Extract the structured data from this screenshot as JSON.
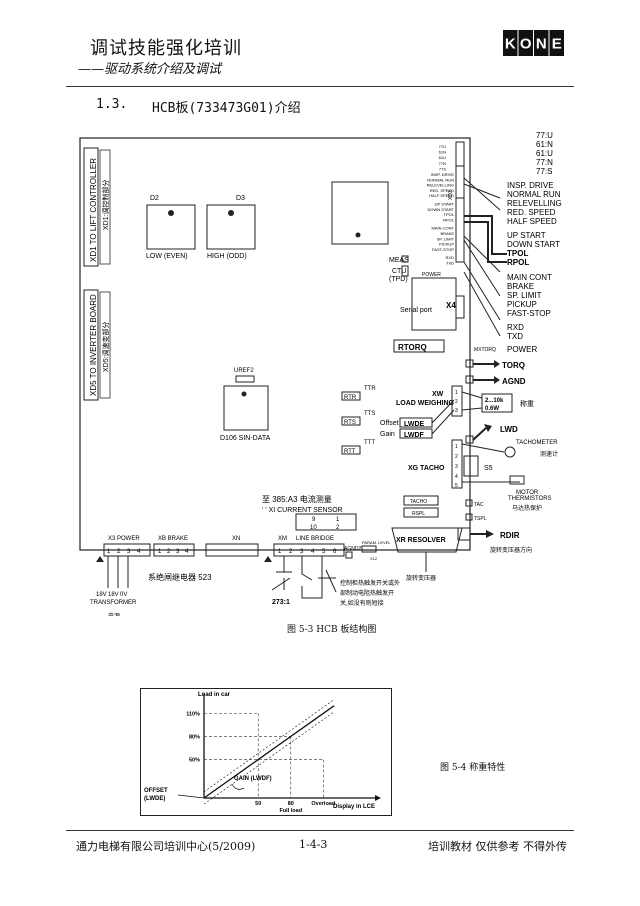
{
  "header": {
    "title": "调试技能强化培训",
    "subtitle": "——驱动系统介绍及调试",
    "logo_letters": [
      "K",
      "O",
      "N",
      "E"
    ]
  },
  "section": {
    "number": "1.3.",
    "title": "HCB板(733473G01)介绍"
  },
  "board": {
    "left_connectors": [
      {
        "label": "XD1 TO LIFT CONTROLLER",
        "cn": "XD1:调控制部分"
      },
      {
        "label": "XD5 TO INVERTER BOARD",
        "cn": "XD5:调速变部分"
      }
    ],
    "chips": {
      "d2": "D2",
      "d3": "D3",
      "low": "LOW (EVEN)",
      "high": "HIGH (ODD)",
      "uref2": "UREF2",
      "d106": "D106 SIN-DATA"
    },
    "meas": "MEAS",
    "ctu": "CTU",
    "tpd": "(TPD)",
    "power_small": "POWER",
    "serial_port": "Serial port",
    "x4": "X4",
    "rtorq": "RTORQ",
    "mxtorq": "MXTORQ",
    "ttr": "TTR",
    "rtr": "RTR",
    "tts": "TTS",
    "rts": "RTS",
    "ttt": "TTT",
    "rtt": "RTT",
    "xw": "XW",
    "load_weighing": "LOAD WEIGHING",
    "offset": "Offset",
    "gain": "Gain",
    "lwde": "LWDE",
    "lwdf": "LWDF",
    "pot_range": "2...10k",
    "pot_power": "0.6W",
    "sensor_cn": "称重",
    "lwd": "LWD",
    "tachometer": "TACHOMETER",
    "tacho_cn": "测速计",
    "xg_tacho": "XG TACHO",
    "s5": "S5",
    "motor_therm": "MOTOR",
    "motor_therm2": "THERMISTORS",
    "therm_cn": "马达热保护",
    "tacho_sw": "TACHO",
    "rspl": "RSPL",
    "tac": "TAC",
    "tspl": "TSPL",
    "xr_resolver": "XR  RESOLVER",
    "rdir": "RDIR",
    "resolver_dir_cn": "旋转变压器方向",
    "resolver_cn": "旋转变压器",
    "current_sensor_cn": "至 385:A3 电流测量",
    "current_sensor": "' ' XI CURRENT SENSOR",
    "current_pins": [
      "9",
      "1",
      "10",
      "2"
    ],
    "x3_power": "X3  POWER",
    "xb_brake": "XB  BRAKE",
    "xn": "XN",
    "xm": "XM",
    "line_bridge": "LINE BRIDGE",
    "agnd2": "AGND2",
    "param_level": "PARAM. LEVEL",
    "x12": "X12",
    "power_pins": [
      "1",
      "2",
      "3",
      "4"
    ],
    "brake_pins": [
      "1",
      "2",
      "3",
      "4"
    ],
    "xm_pins": [
      "1",
      "2",
      "3",
      "4",
      "5",
      "6"
    ],
    "volts": [
      "18V",
      "18V",
      "0V"
    ],
    "transformer": "TRANSFORMER",
    "power_cn": "电源",
    "brake_cn": "系绝闸继电器 523",
    "ratio": "273:1",
    "bridge_cn": [
      "控制柜热触发开关或外",
      "部制动电阻热触发开",
      "关,如没有则短接"
    ],
    "right_labels_small": [
      "77U",
      "61N",
      "61U",
      "77N",
      "77S"
    ],
    "right_labels": [
      "77:U",
      "61:N",
      "61:U",
      "77:N",
      "77:S",
      "INSP. DRIVE",
      "NORMAL RUN",
      "RELEVELLING",
      "RED. SPEED",
      "HALF SPEED",
      "UP START",
      "DOWN START",
      "TPOL",
      "RPOL",
      "MAIN CONT",
      "BRAKE",
      "SP. LIMIT",
      "PICKUP",
      "FAST-STOP",
      "RXD",
      "TXD",
      "POWER",
      "TORQ",
      "AGND"
    ],
    "small_mid": [
      "INSP. DRIVE",
      "NORMAL RUN",
      "RELEVELLING",
      "RED. SPEED",
      "HALF SPEED",
      "UP START",
      "DOWN START",
      "TPOL",
      "RPOL",
      "MAIN CONT",
      "BRAKE",
      "SP. LIMIT",
      "PICKUP",
      "FAST-STOP",
      "RXD",
      "TXD"
    ],
    "xd3": "XD3"
  },
  "figure1_caption": "图 5-3  HCB 板结构图",
  "chart_data": {
    "type": "line",
    "title": "",
    "ylabel": "Load in car",
    "xlabel": "Display in LCE",
    "x_ticks": [
      "50",
      "80",
      "Overload"
    ],
    "x_tick_values": [
      50,
      80,
      110
    ],
    "x_sub": "Full load",
    "y_ticks": [
      "110%",
      "80%",
      "50%"
    ],
    "y_tick_values": [
      110,
      80,
      50
    ],
    "offset_label": "OFFSET",
    "offset_sub": "(LWDE)",
    "gain_label": "GAIN (LWDF)",
    "series": [
      {
        "x": [
          0,
          120
        ],
        "y": [
          0,
          120
        ]
      },
      {
        "x": [
          0,
          120
        ],
        "y": [
          8,
          128
        ]
      },
      {
        "x": [
          0,
          120
        ],
        "y": [
          -8,
          112
        ]
      }
    ],
    "xlim": [
      0,
      130
    ],
    "ylim": [
      -10,
      130
    ]
  },
  "figure2_caption": "图   5-4  称重特性",
  "footer": {
    "left": "通力电梯有限公司培训中心(5/2009)",
    "page": "1-4-3",
    "right": "培训教材  仅供参考  不得外传"
  }
}
